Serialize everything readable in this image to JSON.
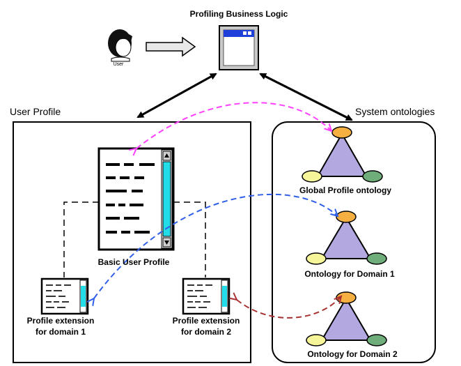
{
  "title": "Profiling Business Logic",
  "user_label": "User",
  "regions": {
    "user_profile": "User Profile",
    "system_ontologies": "System ontologies"
  },
  "profiles": {
    "basic": "Basic User Profile",
    "ext1_line1": "Profile extension",
    "ext1_line2": "for domain 1",
    "ext2_line1": "Profile extension",
    "ext2_line2": "for domain 2"
  },
  "ontologies": {
    "global": "Global Profile ontology",
    "domain1": "Ontology for Domain 1",
    "domain2": "Ontology for Domain 2"
  },
  "colors": {
    "triangle_fill": "#b3a8e0",
    "node_top": "#f5b041",
    "node_left": "#f7f59a",
    "node_right": "#6fae7a",
    "scroll_cyan": "#22dce8",
    "window_titlebar": "#1f3fd9",
    "arrow_magenta": "#ff40ff",
    "arrow_blue": "#2f5fe8",
    "arrow_darkred": "#a83232"
  }
}
